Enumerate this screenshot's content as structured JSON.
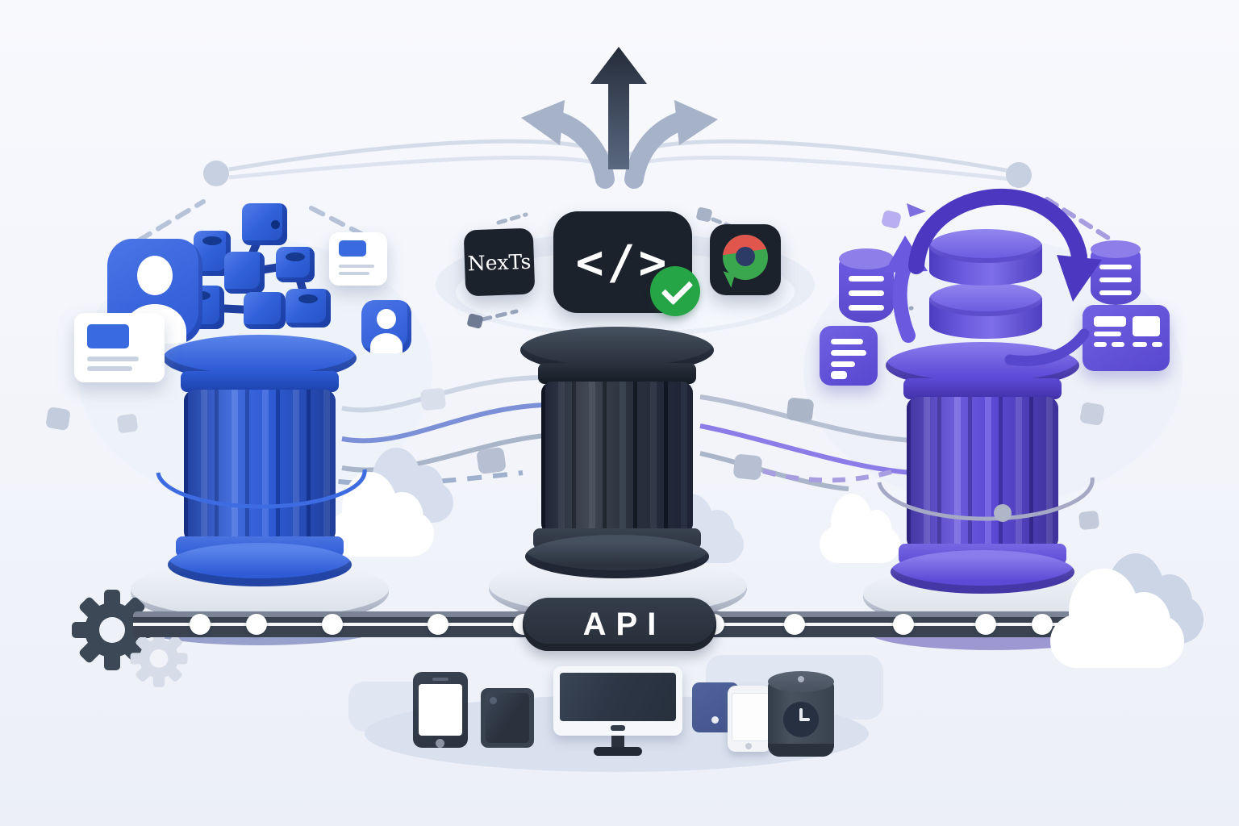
{
  "scene": {
    "description": "Isometric illustration of three service pillars (frontend blue, core dark, database purple) linked by a central API pipeline that serves many devices",
    "api_label": "API",
    "nextjs_label": "NexTs",
    "code_glyph": "</>"
  },
  "colors": {
    "bg-top": "#f8f9fd",
    "bg-bottom": "#eceff7",
    "blue": "#2e5cd6",
    "blue-dark": "#1c41ab",
    "blue-light": "#5b84ea",
    "slate": "#2b333f",
    "slate-dark": "#151b24",
    "purple": "#5d4ad6",
    "purple-dark": "#4231a8",
    "purple-light": "#8b7cec",
    "platform-gray": "#d9dfe9",
    "pipeline-dark": "#3a434f",
    "accent-green": "#25a546",
    "accent-red": "#e0564d",
    "line-gray": "#a9b5c9",
    "line-blue": "#7c90d8",
    "line-purple": "#8b7ce8"
  },
  "pillars": [
    {
      "id": "frontend-pillar",
      "color_theme": "blue",
      "position": "left"
    },
    {
      "id": "core-pillar",
      "color_theme": "dark-slate",
      "position": "center"
    },
    {
      "id": "database-pillar",
      "color_theme": "purple",
      "position": "right"
    }
  ],
  "icons": [
    "branch-arrows-icon",
    "user-icon",
    "card-icon",
    "blocks-cluster-icon",
    "nextjs-badge",
    "code-badge",
    "check-icon",
    "browser-badge",
    "database-icon",
    "database-stack-icon",
    "sync-arrows-icon",
    "document-icon",
    "dashboard-icon",
    "gear-icon",
    "cloud-icon",
    "orbit-ring-icon",
    "packet-icon",
    "clock-icon"
  ],
  "devices": [
    "smartphone",
    "tablet",
    "desktop-monitor",
    "mini-device",
    "white-smartphone",
    "smart-speaker"
  ]
}
